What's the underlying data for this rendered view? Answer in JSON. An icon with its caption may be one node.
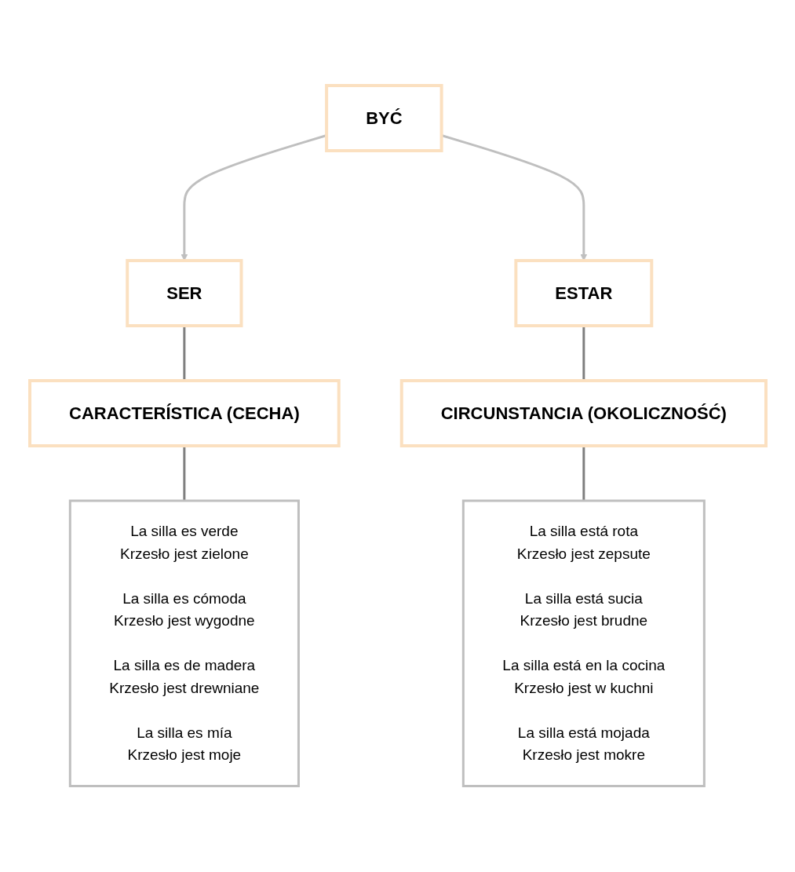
{
  "diagram": {
    "nodes": [
      {
        "text": [
          "BYĆ"
        ]
      },
      {
        "text": [
          "SER"
        ]
      },
      {
        "text": [
          "ESTAR"
        ]
      },
      {
        "text": [
          "CARACTERÍSTICA (CECHA)"
        ]
      },
      {
        "text": [
          "CIRCUNSTANCIA (OKOLICZNOŚĆ)"
        ]
      },
      {
        "text": [
          "La silla es verde",
          "Krzesło jest zielone",
          "La silla es cómoda",
          "Krzesło jest wygodne",
          "La silla es de madera",
          "Krzesło jest drewniane",
          "La silla es mía",
          "Krzesło jest moje"
        ]
      },
      {
        "text": [
          "La silla está rota",
          "Krzesło jest zepsute",
          "La silla está sucia",
          "Krzesło jest brudne",
          "La silla está en la cocina",
          "Krzesło jest w kuchni",
          "La silla está mojada",
          "Krzesło jest mokre"
        ]
      }
    ],
    "edges": [
      {
        "from": 0,
        "to": 1,
        "arrow": "to",
        "color": "#bfbfbf"
      },
      {
        "from": 0,
        "to": 2,
        "arrow": "to",
        "color": "#bfbfbf"
      },
      {
        "from": 1,
        "to": 3,
        "arrow": "none"
      },
      {
        "from": 2,
        "to": 4,
        "arrow": "none"
      },
      {
        "from": 3,
        "to": 5,
        "arrow": "none"
      },
      {
        "from": 4,
        "to": 6,
        "arrow": "none"
      }
    ]
  }
}
